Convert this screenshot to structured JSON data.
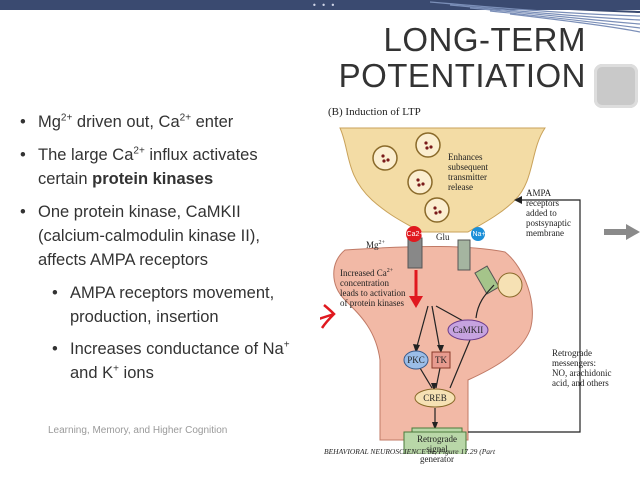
{
  "title": {
    "line1": "LONG-TERM",
    "line2": "POTENTIATION"
  },
  "bullets": {
    "b1": {
      "t1": "Mg",
      "s1": "2+",
      "t2": " driven out, Ca",
      "s2": "2+",
      "t3": " enter"
    },
    "b2": {
      "t1": "The large Ca",
      "s1": "2+",
      "t2": " influx activates certain ",
      "bold": "protein kinases"
    },
    "b3": {
      "text": "One protein kinase, CaMKII (calcium-calmodulin kinase II), affects AMPA receptors"
    },
    "b3a": {
      "text": "AMPA receptors movement, production, insertion"
    },
    "b3b": {
      "t1": "Increases conductance of Na",
      "s1": "+",
      "t2": " and K",
      "s2": "+",
      "t3": " ions"
    }
  },
  "footer": "Learning, Memory, and Higher Cognition",
  "figure": {
    "title": "(B) Induction of LTP",
    "enhances": [
      "Enhances",
      "subsequent",
      "transmitter",
      "release"
    ],
    "ampa": [
      "AMPA",
      "receptors",
      "added to",
      "postsynaptic",
      "membrane"
    ],
    "increased": [
      "Increased Ca",
      "concentration",
      "leads to activation",
      "of protein kinases"
    ],
    "ca_sup": "2+",
    "retro_msg": [
      "Retrograde",
      "messengers:",
      "NO, arachidonic",
      "acid, and others"
    ],
    "retro_gen": [
      "Retrograde",
      "signal",
      "generator"
    ],
    "mg": "Mg",
    "mg_sup": "2+",
    "ca_ion": "Ca2+",
    "glu": "Glu",
    "na_ion": "Na+",
    "camkii": "CaMKII",
    "pkc": "PKC",
    "tk": "TK",
    "creb": "CREB",
    "credit": "BEHAVIORAL NEUROSCIENCE 8e, Figure 17.29 (Part 2)"
  },
  "colors": {
    "accent_red": "#e0191f",
    "postsynaptic": "#f2b9a6",
    "presynaptic": "#f3dca5",
    "title_text": "#333333",
    "slide_bar": "#3a4a70"
  },
  "icons": [
    "ellipsis-icon",
    "right-arrow-icon"
  ]
}
